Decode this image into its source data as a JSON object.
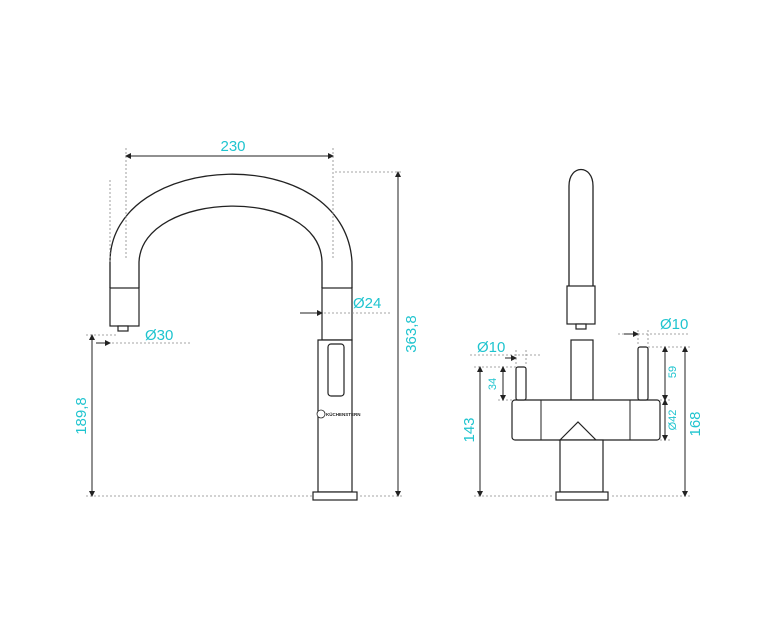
{
  "side_view": {
    "reach": "230",
    "total_height": "363,8",
    "spout_height": "189,8",
    "pipe_diameter": "Ø24",
    "outlet_diameter": "Ø30",
    "brand": "KÜCHENSTERN"
  },
  "front_view": {
    "left_handle_diameter": "Ø10",
    "right_handle_diameter": "Ø10",
    "handle_height": "34",
    "body_height": "143",
    "lever_height": "59",
    "body_diameter": "Ø42",
    "base_height": "168"
  },
  "colors": {
    "dimension": "#1fc4cf",
    "outline": "#222222"
  }
}
